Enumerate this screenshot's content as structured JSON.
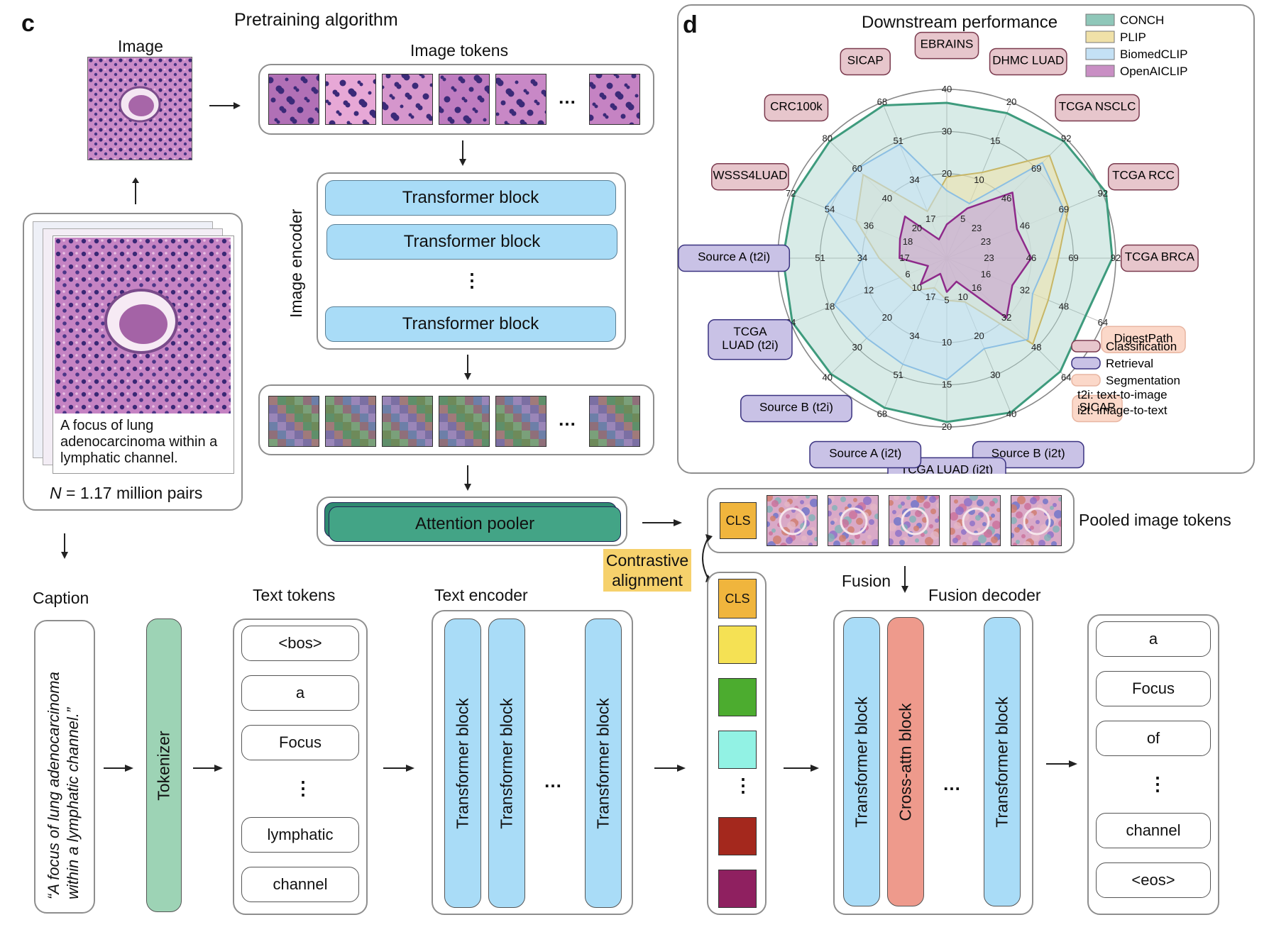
{
  "panel_c": {
    "letter": "c",
    "title": "Pretraining algorithm",
    "image_label": "Image",
    "image_tokens_label": "Image tokens",
    "image_encoder_label": "Image encoder",
    "transformer_block": "Transformer block",
    "attention_pooler": "Attention pooler",
    "pooled_tokens_label": "Pooled image tokens",
    "cls": "CLS",
    "contrastive_alignment": "Contrastive alignment",
    "fusion_label": "Fusion",
    "fusion_decoder_label": "Fusion decoder",
    "caption_label": "Caption",
    "text_tokens_label": "Text tokens",
    "text_encoder_label": "Text encoder",
    "tokenizer": "Tokenizer",
    "cross_attn_block": "Cross-attn block",
    "sample_caption": "A focus of lung adenocarcinoma within a lymphatic channel.",
    "caption_quote": "“A focus of lung adenocarcinoma within a lymphatic channel.”",
    "n_pairs": "= 1.17 million pairs",
    "n_symbol": "N",
    "ellipsis": "…",
    "vdots": "⋮",
    "input_tokens": [
      "<bos>",
      "a",
      "Focus",
      "⋮",
      "lymphatic",
      "channel"
    ],
    "output_tokens": [
      "a",
      "Focus",
      "of",
      "⋮",
      "channel",
      "<eos>"
    ],
    "text_embedding_colors": [
      "#f5e154",
      "#4cac2f",
      "#92f2e4",
      "#a4281d",
      "#8f2060"
    ]
  },
  "panel_d": {
    "letter": "d",
    "chart_data": {
      "type": "radar",
      "title": "Downstream performance",
      "legend": [
        "CONCH",
        "PLIP",
        "BiomedCLIP",
        "OpenAICLIP"
      ],
      "legend_colors": [
        "#8fc7b9",
        "#f0e1a8",
        "#c4e1f5",
        "#c98fc4"
      ],
      "legend_placement": "top-right",
      "task_legend": [
        "Classification",
        "Retrieval",
        "Segmentation"
      ],
      "task_colors": {
        "Classification": "#e7c6cc",
        "Retrieval": "#c9c2e6",
        "Segmentation": "#fbd8c9"
      },
      "abbreviations": [
        "t2i: text-to-image",
        "i2t: image-to-text"
      ],
      "axes": [
        {
          "name": "EBRAINS",
          "task": "Classification",
          "ticks": [
            "",
            "20",
            "30",
            "40"
          ]
        },
        {
          "name": "DHMC LUAD",
          "task": "Classification",
          "ticks": [
            "5",
            "10",
            "15",
            "20"
          ]
        },
        {
          "name": "TCGA NSCLC",
          "task": "Classification",
          "ticks": [
            "23",
            "46",
            "69",
            "92"
          ]
        },
        {
          "name": "TCGA RCC",
          "task": "Classification",
          "ticks": [
            "23",
            "46",
            "69",
            "92"
          ]
        },
        {
          "name": "TCGA BRCA",
          "task": "Classification",
          "ticks": [
            "23",
            "46",
            "69",
            "92"
          ]
        },
        {
          "name": "DigestPath",
          "task": "Segmentation",
          "ticks": [
            "16",
            "32",
            "48",
            "64"
          ]
        },
        {
          "name": "SICAP",
          "task": "Segmentation",
          "ticks": [
            "16",
            "32",
            "48",
            "64"
          ]
        },
        {
          "name": "Source B (i2t)",
          "task": "Retrieval",
          "ticks": [
            "10",
            "20",
            "30",
            "40"
          ]
        },
        {
          "name": "TCGA LUAD (i2t)",
          "task": "Retrieval",
          "ticks": [
            "5",
            "10",
            "15",
            "20"
          ]
        },
        {
          "name": "Source A (i2t)",
          "task": "Retrieval",
          "ticks": [
            "17",
            "34",
            "51",
            "68"
          ]
        },
        {
          "name": "Source B (t2i)",
          "task": "Retrieval",
          "ticks": [
            "10",
            "20",
            "30",
            "40"
          ]
        },
        {
          "name": "TCGA LUAD (t2i)",
          "task": "Retrieval",
          "ticks": [
            "6",
            "12",
            "18",
            "24"
          ]
        },
        {
          "name": "Source A (t2i)",
          "task": "Retrieval",
          "ticks": [
            "17",
            "34",
            "51",
            "68"
          ]
        },
        {
          "name": "WSSS4LUAD",
          "task": "Classification",
          "ticks": [
            "18",
            "36",
            "54",
            "72"
          ]
        },
        {
          "name": "CRC100k",
          "task": "Classification",
          "ticks": [
            "20",
            "40",
            "60",
            "80"
          ]
        },
        {
          "name": "SICAP",
          "task": "Classification",
          "ticks": [
            "17",
            "34",
            "51",
            "68"
          ]
        }
      ],
      "scale_max_fraction": 1.0,
      "series": [
        {
          "name": "CONCH",
          "values": [
            0.92,
            0.93,
            0.98,
            1.02,
            0.98,
            0.89,
            0.95,
            0.99,
            0.97,
            0.96,
            0.97,
            0.99,
            0.97,
            0.98,
            0.98,
            0.98
          ]
        },
        {
          "name": "PLIP",
          "values": [
            0.48,
            0.55,
            0.86,
            0.78,
            0.66,
            0.65,
            0.72,
            0.28,
            0.25,
            0.19,
            0.27,
            0.3,
            0.4,
            0.58,
            0.7,
            0.3
          ]
        },
        {
          "name": "BiomedCLIP",
          "values": [
            0.4,
            0.35,
            0.8,
            0.75,
            0.6,
            0.55,
            0.68,
            0.58,
            0.72,
            0.68,
            0.67,
            0.72,
            0.5,
            0.78,
            0.75,
            0.73
          ]
        },
        {
          "name": "OpenAICLIP",
          "values": [
            0.2,
            0.32,
            0.55,
            0.45,
            0.5,
            0.42,
            0.5,
            0.15,
            0.2,
            0.1,
            0.22,
            0.12,
            0.28,
            0.3,
            0.35,
            0.12
          ]
        }
      ]
    }
  }
}
